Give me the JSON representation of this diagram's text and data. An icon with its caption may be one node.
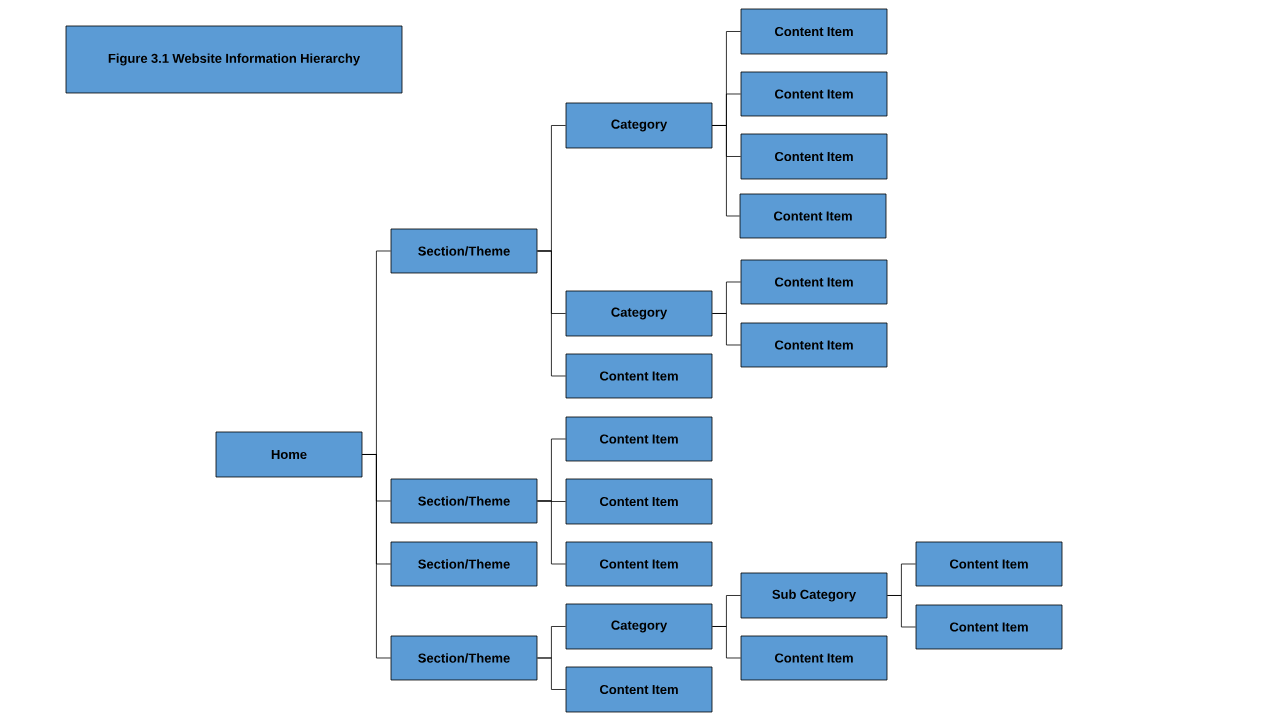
{
  "diagram": {
    "nodes": [
      {
        "text": [
          "Figure 3.1 Website Information Hierarchy"
        ]
      },
      {
        "text": [
          "Home"
        ]
      },
      {
        "text": [
          "Section/Theme"
        ]
      },
      {
        "text": [
          "Category"
        ]
      },
      {
        "text": [
          "Content Item"
        ]
      },
      {
        "text": [
          "Content Item"
        ]
      },
      {
        "text": [
          "Content Item"
        ]
      },
      {
        "text": [
          "Content Item"
        ]
      },
      {
        "text": [
          "Category"
        ]
      },
      {
        "text": [
          "Content Item"
        ]
      },
      {
        "text": [
          "Content Item"
        ]
      },
      {
        "text": [
          "Content Item"
        ]
      },
      {
        "text": [
          "Section/Theme"
        ]
      },
      {
        "text": [
          "Content Item"
        ]
      },
      {
        "text": [
          "Content Item"
        ]
      },
      {
        "text": [
          "Content Item"
        ]
      },
      {
        "text": [
          "Section/Theme"
        ]
      },
      {
        "text": [
          "Section/Theme"
        ]
      },
      {
        "text": [
          "Category"
        ]
      },
      {
        "text": [
          "Sub Category"
        ]
      },
      {
        "text": [
          "Content Item"
        ]
      },
      {
        "text": [
          "Content Item"
        ]
      },
      {
        "text": [
          "Content Item"
        ]
      },
      {
        "text": [
          "Content Item"
        ]
      }
    ],
    "edges": [
      {
        "from": 1,
        "to": 2,
        "arrow": "none"
      },
      {
        "from": 2,
        "to": 3,
        "arrow": "none"
      },
      {
        "from": 3,
        "to": 4,
        "arrow": "none"
      },
      {
        "from": 3,
        "to": 5,
        "arrow": "none"
      },
      {
        "from": 3,
        "to": 6,
        "arrow": "none"
      },
      {
        "from": 3,
        "to": 7,
        "arrow": "none"
      },
      {
        "from": 2,
        "to": 8,
        "arrow": "none"
      },
      {
        "from": 8,
        "to": 9,
        "arrow": "none"
      },
      {
        "from": 8,
        "to": 10,
        "arrow": "none"
      },
      {
        "from": 2,
        "to": 11,
        "arrow": "none"
      },
      {
        "from": 1,
        "to": 12,
        "arrow": "none"
      },
      {
        "from": 12,
        "to": 13,
        "arrow": "none"
      },
      {
        "from": 12,
        "to": 14,
        "arrow": "none"
      },
      {
        "from": 12,
        "to": 15,
        "arrow": "none"
      },
      {
        "from": 1,
        "to": 16,
        "arrow": "none"
      },
      {
        "from": 1,
        "to": 17,
        "arrow": "none"
      },
      {
        "from": 17,
        "to": 18,
        "arrow": "none"
      },
      {
        "from": 18,
        "to": 19,
        "arrow": "none"
      },
      {
        "from": 19,
        "to": 20,
        "arrow": "none"
      },
      {
        "from": 19,
        "to": 21,
        "arrow": "none"
      },
      {
        "from": 18,
        "to": 22,
        "arrow": "none"
      },
      {
        "from": 17,
        "to": 23,
        "arrow": "none"
      }
    ]
  }
}
